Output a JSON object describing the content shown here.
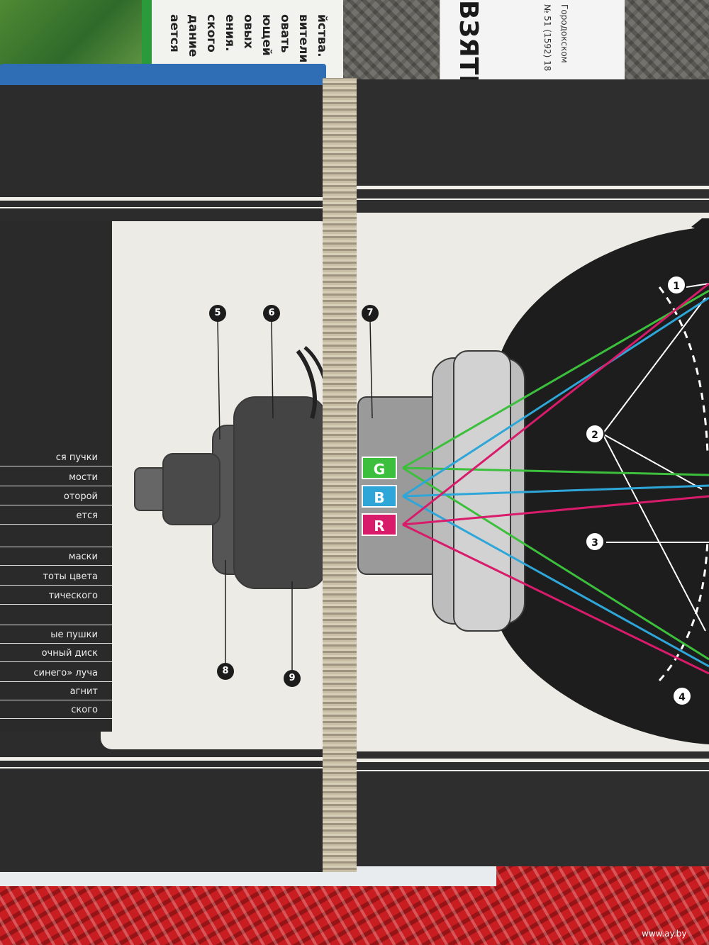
{
  "scene": {
    "background_colors": {
      "carpet": "#6c6a64",
      "carpet_red": "#c81e22",
      "board": "#2c2c2c",
      "panel": "#ecebe5",
      "blue_cover": "#2f6eb4"
    }
  },
  "magazine": {
    "lines": [
      "ается",
      "дание",
      "ского",
      "ения.",
      "овых",
      "ющей",
      "овать",
      "вители",
      "йства."
    ]
  },
  "newspaper": {
    "headline": "ВЗЯТЫ",
    "issue": "№ 51 (1592) 18",
    "subline": "Городокском"
  },
  "callouts_left": [
    "5",
    "6",
    "7",
    "8",
    "9"
  ],
  "callouts_right": [
    "1",
    "2",
    "3",
    "4"
  ],
  "gun_labels": [
    {
      "letter": "G",
      "color": "#3cbf3c"
    },
    {
      "letter": "B",
      "color": "#2ea6d8"
    },
    {
      "letter": "R",
      "color": "#d81b6a"
    }
  ],
  "side_labels": [
    "ся пучки",
    "мости",
    "оторой",
    "ется",
    "",
    "маски",
    "тоты цвета",
    "тического",
    "",
    "ые пушки",
    "очный диск",
    "синего» луча",
    "агнит",
    "ского"
  ],
  "watermark": "www.ay.by"
}
